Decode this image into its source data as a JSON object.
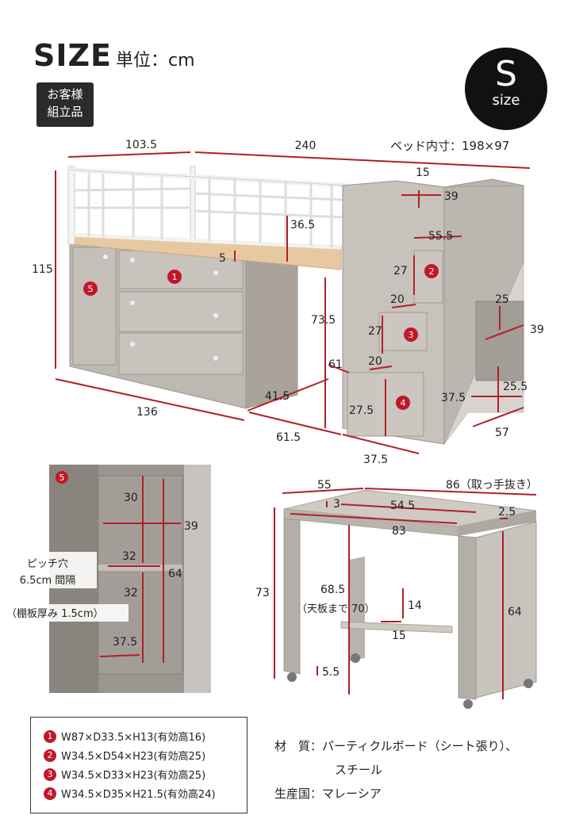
{
  "header": {
    "title": "SIZE",
    "unit": "単位：cm",
    "assembly_line1": "お客様",
    "assembly_line2": "組立品",
    "size_badge_big": "S",
    "size_badge_small": "size",
    "inner_size": "ベッド内寸：198×97"
  },
  "main_dims": {
    "width_left": "103.5",
    "width_right": "240",
    "height": "115",
    "rail_15": "15",
    "rail_39": "39",
    "slat_36_5": "36.5",
    "gap_5": "5",
    "step_top": "55.5",
    "step_h1": "27",
    "step_d1": "20",
    "step_h2": "27",
    "step_d2": "20",
    "bottom_h": "27.5",
    "clear_73_5": "73.5",
    "side_61": "61",
    "depth_41_5": "41.5",
    "depth_61_5": "61.5",
    "base_136": "136",
    "base_37_5": "37.5",
    "shelf_25": "25",
    "shelf_39": "39",
    "shelf_25_5": "25.5",
    "shelf_37_5": "37.5",
    "shelf_57": "57"
  },
  "markers": [
    "1",
    "2",
    "3",
    "4",
    "5"
  ],
  "cabinet": {
    "marker": "5",
    "h30": "30",
    "w39": "39",
    "w32a": "32",
    "h64": "64",
    "w32b": "32",
    "w37_5": "37.5",
    "pitch_line1": "ピッチ穴",
    "pitch_line2": "6.5cm 間隔",
    "shelf_thickness": "（棚板厚み 1.5cm）"
  },
  "desk": {
    "w55": "55",
    "w86": "86（取っ手抜き）",
    "d3": "3",
    "w54_5": "54.5",
    "d2_5": "2.5",
    "w83": "83",
    "h73": "73",
    "h68_5": "68.5",
    "to_top": "（天板まで 70）",
    "h14": "14",
    "w15": "15",
    "h64": "64",
    "caster": "5.5"
  },
  "legend": [
    {
      "num": "1",
      "text": "W87×D33.5×H13(有効高16)"
    },
    {
      "num": "2",
      "text": "W34.5×D54×H23(有効高25)"
    },
    {
      "num": "3",
      "text": "W34.5×D33×H23(有効高25)"
    },
    {
      "num": "4",
      "text": "W34.5×D35×H21.5(有効高24)"
    }
  ],
  "materials": {
    "label1": "材　質：",
    "value1": "パーティクルボード（シート張り）、",
    "value1b": "スチール",
    "label2": "生産国：",
    "value2": "マレーシア"
  },
  "colors": {
    "accent": "#b0202a",
    "body": "#bdb8b1",
    "frame": "#f5f5f5"
  }
}
